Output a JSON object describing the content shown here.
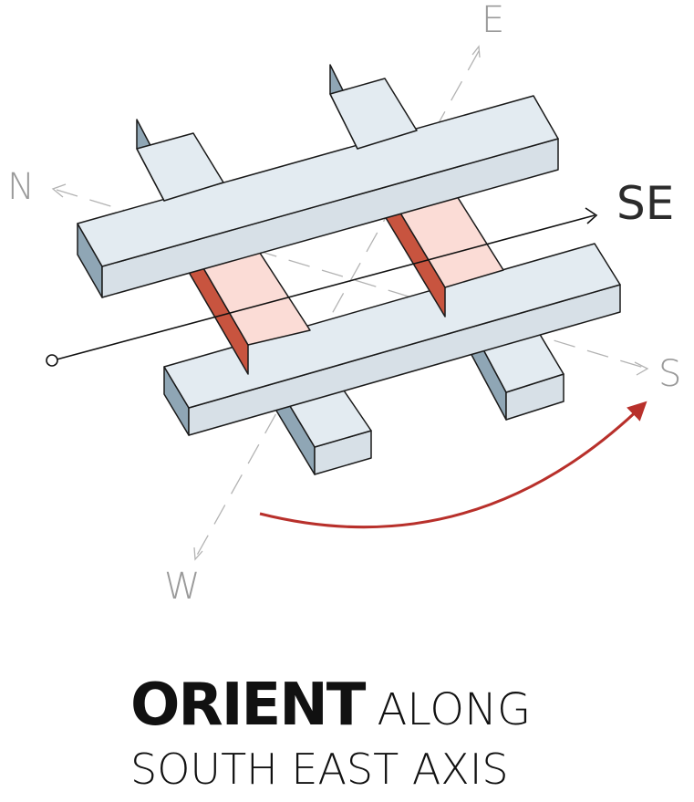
{
  "compass": {
    "north": "N",
    "east": "E",
    "south": "S",
    "west": "W"
  },
  "axis": {
    "label": "SE"
  },
  "title": {
    "strong": "ORIENT",
    "light": "ALONG",
    "subtitle": "SOUTH EAST AXIS"
  },
  "colors": {
    "slab_top": "#e3ebf1",
    "slab_side": "#8fa6b5",
    "slab_outline": "#1a1a1a",
    "connector_top": "#fbdcd6",
    "connector_side": "#c8543f",
    "rotation_arrow": "#b8302b",
    "guide_line": "#b3b3b3",
    "axis_line": "#111111"
  }
}
